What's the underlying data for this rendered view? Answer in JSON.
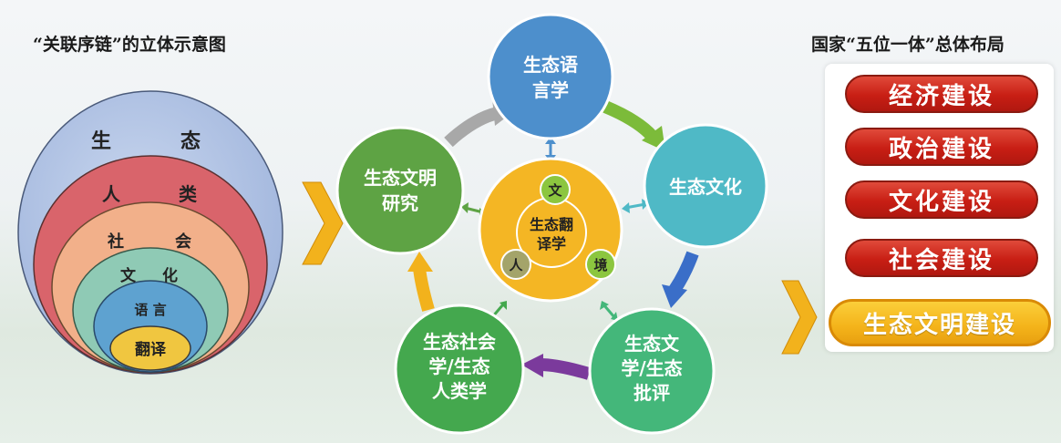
{
  "left_title": "“关联序链”的立体示意图",
  "right_title": "国家“五位一体”总体布局",
  "rings": {
    "ecology": [
      "生",
      "态"
    ],
    "humankind": [
      "人",
      "类"
    ],
    "society": [
      "社",
      "会"
    ],
    "culture": [
      "文",
      "化"
    ],
    "language": "语 言",
    "translation": "翻译"
  },
  "cycle_nodes": {
    "top": [
      "生态语",
      "言学"
    ],
    "right": [
      "生态文化"
    ],
    "bottom_right": [
      "生态文",
      "学/生态",
      "批评"
    ],
    "bottom_left": [
      "生态社会",
      "学/生态",
      "人类学"
    ],
    "left": [
      "生态文明",
      "研究"
    ]
  },
  "center": {
    "label": [
      "生态翻",
      "译学"
    ],
    "sub_wen": "文",
    "sub_ren": "人",
    "sub_jing": "境"
  },
  "layout_items": [
    "经济建设",
    "政治建设",
    "文化建设",
    "社会建设"
  ],
  "highlight_item": "生态文明建设",
  "colors": {
    "top_node": "#4d8fcc",
    "right_node": "#4fb9c6",
    "bottom_right_node": "#44b77a",
    "bottom_left_node": "#44a84e",
    "left_node": "#5ea344",
    "center": "#f4b624",
    "pill_red": "#c81e14",
    "pill_gold": "#f4b31a"
  }
}
